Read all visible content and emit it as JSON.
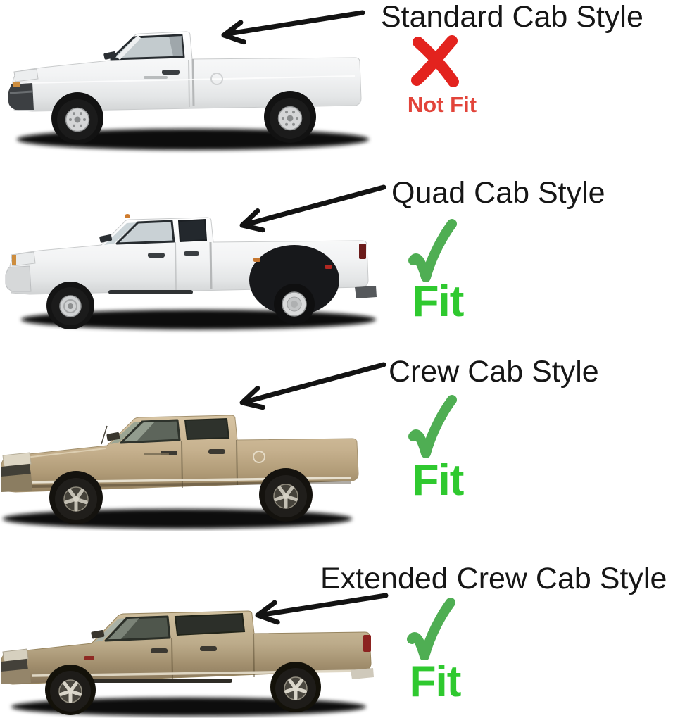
{
  "rows": [
    {
      "cab_style": "Standard Cab Style",
      "fitment": "Not Fit",
      "fits": false,
      "truck": "standard-cab-white-pickup",
      "mark_icon": "x-mark"
    },
    {
      "cab_style": "Quad Cab Style",
      "fitment": "Fit",
      "fits": true,
      "truck": "quad-cab-white-dually-pickup",
      "mark_icon": "check-mark"
    },
    {
      "cab_style": "Crew Cab Style",
      "fitment": "Fit",
      "fits": true,
      "truck": "crew-cab-tan-pickup",
      "mark_icon": "check-mark"
    },
    {
      "cab_style": "Extended Crew Cab Style",
      "fitment": "Fit",
      "fits": true,
      "truck": "extended-crew-cab-tan-pickup",
      "mark_icon": "check-mark"
    }
  ],
  "colors": {
    "background": "#ffffff",
    "label_text": "#161616",
    "arrow": "#131313",
    "x_mark": "#e3231e",
    "not_fit_text": "#e2443a",
    "check_mark": "#4fae53",
    "fit_text": "#2fc92f",
    "truck_white": "#f2f3f4",
    "truck_tan": "#c6b18e",
    "truck_tan_dark": "#bcab8a",
    "shadow": "#0a0a0a"
  }
}
